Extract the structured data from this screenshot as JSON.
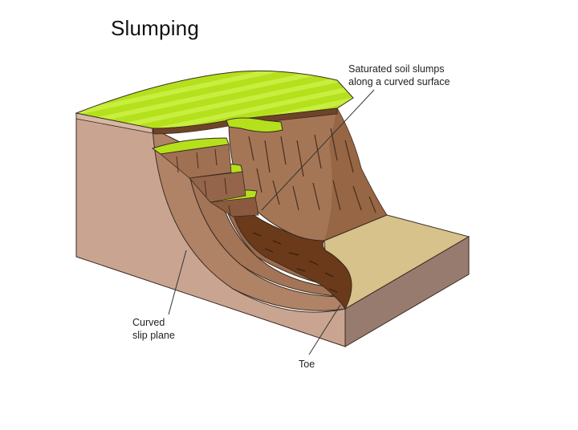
{
  "diagram": {
    "title": "Slumping",
    "labels": {
      "saturated": {
        "line1": "Saturated soil slumps",
        "line2": "along a curved surface"
      },
      "slip_plane": {
        "line1": "Curved",
        "line2": "slip plane"
      },
      "toe": {
        "text": "Toe"
      }
    },
    "colors": {
      "grass": "#b4e01c",
      "grass_stripe": "#c6ec3a",
      "bedrock_side": "#c9a591",
      "bedrock_face": "#bd9a86",
      "slump_block": "#a9785a",
      "slump_dark": "#8a5a3a",
      "debris": "#6a3a1a",
      "sand_top": "#d6c28a",
      "sand_side": "#977b6f",
      "outline": "#3a2a20"
    }
  }
}
